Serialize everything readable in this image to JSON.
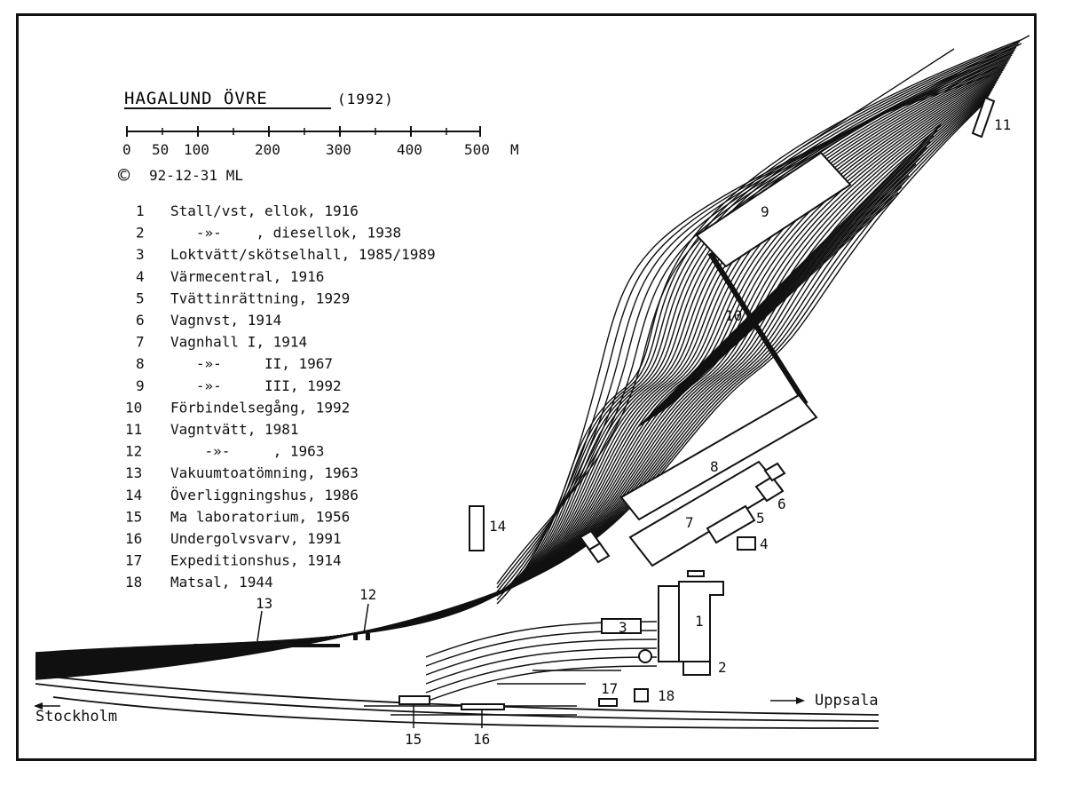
{
  "map": {
    "title": "HAGALUND ÖVRE",
    "year": "(1992)",
    "copyright_symbol": "©",
    "credit": "92-12-31  ML",
    "scale": {
      "ticks": [
        "0",
        "50",
        "100",
        "200",
        "300",
        "400",
        "500"
      ],
      "unit": "M"
    }
  },
  "legend": [
    {
      "num": "1",
      "text": "Stall/vst, ellok, 1916"
    },
    {
      "num": "2",
      "text": "   -»-    , diesellok, 1938"
    },
    {
      "num": "3",
      "text": "Loktvätt/skötselhall, 1985/1989"
    },
    {
      "num": "4",
      "text": "Värmecentral, 1916"
    },
    {
      "num": "5",
      "text": "Tvättinrättning, 1929"
    },
    {
      "num": "6",
      "text": "Vagnvst, 1914"
    },
    {
      "num": "7",
      "text": "Vagnhall I, 1914"
    },
    {
      "num": "8",
      "text": "   -»-     II, 1967"
    },
    {
      "num": "9",
      "text": "   -»-     III, 1992"
    },
    {
      "num": "10",
      "text": "Förbindelsegång, 1992"
    },
    {
      "num": "11",
      "text": "Vagntvätt, 1981"
    },
    {
      "num": "12",
      "text": "    -»-     , 1963"
    },
    {
      "num": "13",
      "text": "Vakuumtoatömning, 1963"
    },
    {
      "num": "14",
      "text": "Överliggningshus, 1986"
    },
    {
      "num": "15",
      "text": "Ma laboratorium, 1956"
    },
    {
      "num": "16",
      "text": "Undergolvsvarv, 1991"
    },
    {
      "num": "17",
      "text": "Expeditionshus, 1914"
    },
    {
      "num": "18",
      "text": "Matsal, 1944"
    }
  ],
  "place_labels": {
    "left": "Stockholm",
    "right": "Uppsala"
  },
  "building_labels": {
    "b1": "1",
    "b2": "2",
    "b3": "3",
    "b4": "4",
    "b5": "5",
    "b6": "6",
    "b7": "7",
    "b8": "8",
    "b9": "9",
    "b10": "10",
    "b11": "11",
    "b12": "12",
    "b13": "13",
    "b14": "14",
    "b15": "15",
    "b16": "16",
    "b17": "17",
    "b18": "18"
  }
}
